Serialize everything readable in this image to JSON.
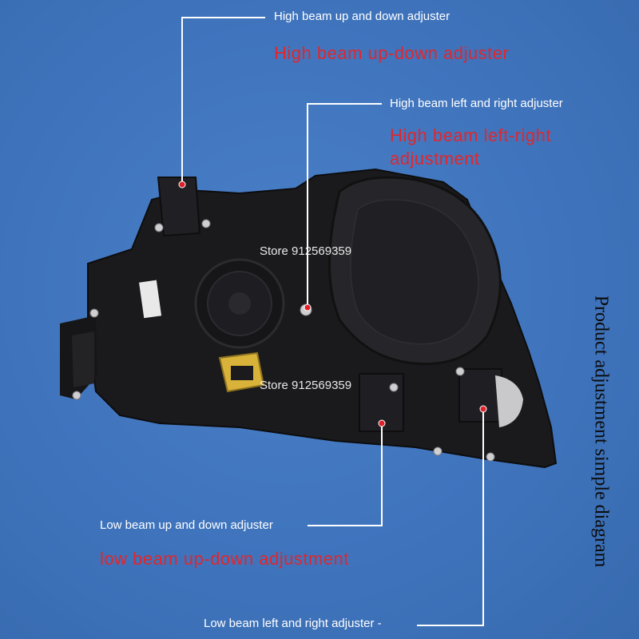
{
  "labels": {
    "high_up_down": "High beam up and down adjuster",
    "high_up_down_red": "High beam up-down adjuster",
    "high_left_right": "High beam left and right adjuster",
    "high_left_right_red": "High beam left-right adjustment",
    "low_up_down": "Low beam up and down adjuster",
    "low_up_down_red": "low beam up-down adjustment",
    "low_left_right": "Low beam left and right adjuster -"
  },
  "watermark": "Store 912569359",
  "side_title": "Product adjustment simple diagram",
  "colors": {
    "background": "#4176bd",
    "leader_line": "#ffffff",
    "red_text": "#e1262c",
    "adjuster_dot": "#e0212a",
    "housing": "#1a1a1c",
    "connector": "#d9b23a"
  }
}
